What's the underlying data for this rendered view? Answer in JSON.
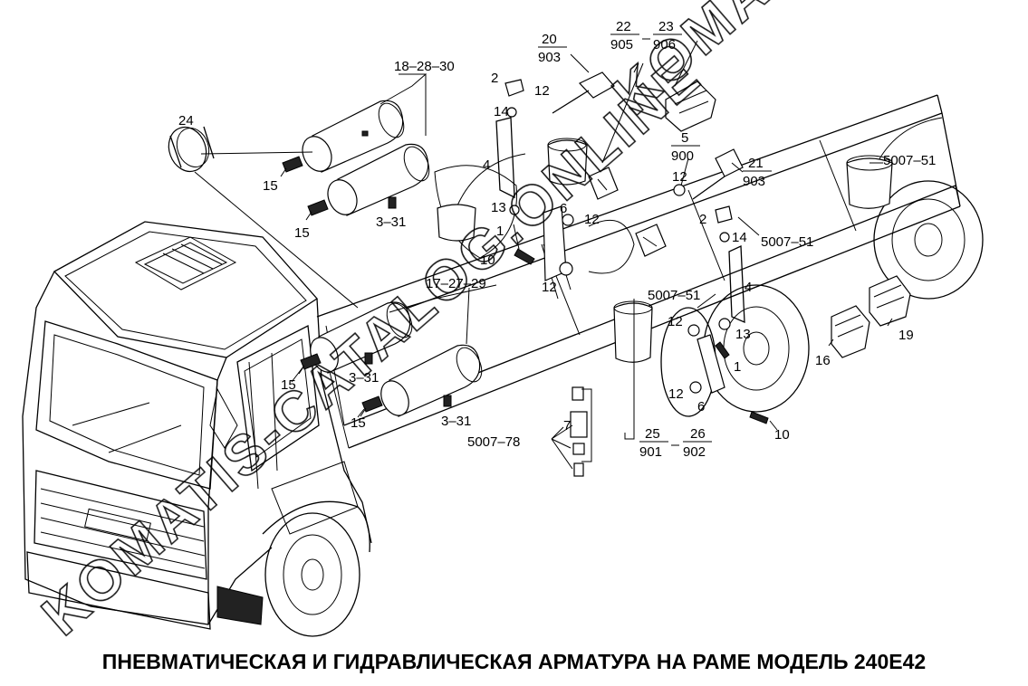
{
  "title": "ПНЕВМАТИЧЕСКАЯ И ГИДРАВЛИЧЕСКАЯ АРМАТУРА НА РАМЕ  МОДЕЛЬ 240E42",
  "watermarks": [
    "KOMATIS-CATALOG.ONLINE",
    "KOMATIS-ONLINE"
  ],
  "labels": {
    "l18_28_30": "18–28–30",
    "l24": "24",
    "l15a": "15",
    "l15b": "15",
    "l15c": "15",
    "l15d": "15",
    "l3_31a": "3–31",
    "l3_31b": "3–31",
    "l3_31c": "3–31",
    "l17_27_29": "17–27–29",
    "l2a": "2",
    "l14a": "14",
    "l12a": "12",
    "l4a": "4",
    "l13a": "13",
    "l1a": "1",
    "l10a": "10",
    "l6a": "6",
    "l12b": "12",
    "l12c": "12",
    "l12d": "12",
    "l2b": "2",
    "l14b": "14",
    "l4b": "4",
    "l12e": "12",
    "l13b": "13",
    "l1b": "1",
    "l12f": "12",
    "l6b": "6",
    "l10b": "10",
    "l16": "16",
    "l19": "19",
    "l7": "7",
    "l5007_51a": "5007–51",
    "l5007_51b": "5007–51",
    "l5007_51c": "5007–51",
    "l5007_78": "5007–78"
  },
  "fractions": {
    "f20_903": {
      "num": "20",
      "den": "903"
    },
    "f22_905": {
      "num": "22",
      "den": "905"
    },
    "f23_906": {
      "num": "23",
      "den": "906"
    },
    "f5_900": {
      "num": "5",
      "den": "900"
    },
    "f21_903": {
      "num": "21",
      "den": "903"
    },
    "f25_901": {
      "num": "25",
      "den": "901"
    },
    "f26_902": {
      "num": "26",
      "den": "902"
    }
  }
}
